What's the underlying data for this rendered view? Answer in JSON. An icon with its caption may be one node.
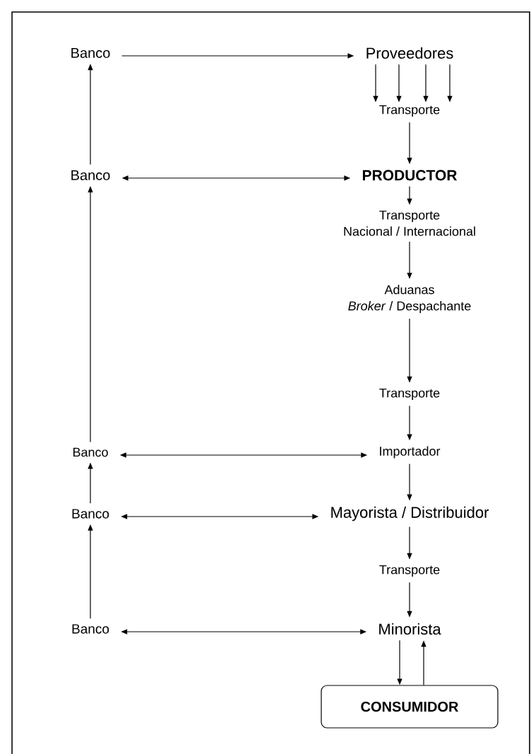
{
  "diagram": {
    "nodes": [
      {
        "text": [
          "Banco"
        ]
      },
      {
        "text": [
          "Proveedores"
        ]
      },
      {
        "text": [
          "Transporte"
        ]
      },
      {
        "text": [
          "Banco"
        ]
      },
      {
        "text": [
          "PRODUCTOR"
        ]
      },
      {
        "text": [
          "Transporte",
          "Nacional / Internacional"
        ]
      },
      {
        "text": [
          "Aduanas",
          "*Broker* / Despachante"
        ]
      },
      {
        "text": [
          "Transporte"
        ]
      },
      {
        "text": [
          "Banco"
        ]
      },
      {
        "text": [
          "Importador"
        ]
      },
      {
        "text": [
          "Banco"
        ]
      },
      {
        "text": [
          "Mayorista / Distribuidor"
        ]
      },
      {
        "text": [
          "Transporte"
        ]
      },
      {
        "text": [
          "Banco"
        ]
      },
      {
        "text": [
          "Minorista"
        ]
      },
      {
        "text": [
          "CONSUMIDOR"
        ]
      }
    ],
    "edges": [
      {
        "from": 0,
        "to": 1,
        "arrow": "to"
      },
      {
        "from": 1,
        "to": 2,
        "arrow": "to"
      },
      {
        "from": 1,
        "to": 2,
        "arrow": "to"
      },
      {
        "from": 1,
        "to": 2,
        "arrow": "to"
      },
      {
        "from": 1,
        "to": 2,
        "arrow": "to"
      },
      {
        "from": 2,
        "to": 4,
        "arrow": "to"
      },
      {
        "from": 3,
        "to": 0,
        "arrow": "to"
      },
      {
        "from": 3,
        "to": 4,
        "arrow": "both"
      },
      {
        "from": 4,
        "to": 5,
        "arrow": "to"
      },
      {
        "from": 5,
        "to": 6,
        "arrow": "to"
      },
      {
        "from": 6,
        "to": 7,
        "arrow": "to"
      },
      {
        "from": 7,
        "to": 9,
        "arrow": "to"
      },
      {
        "from": 8,
        "to": 3,
        "arrow": "to"
      },
      {
        "from": 8,
        "to": 9,
        "arrow": "both"
      },
      {
        "from": 9,
        "to": 11,
        "arrow": "to"
      },
      {
        "from": 10,
        "to": 8,
        "arrow": "to"
      },
      {
        "from": 10,
        "to": 11,
        "arrow": "both"
      },
      {
        "from": 11,
        "to": 12,
        "arrow": "to"
      },
      {
        "from": 12,
        "to": 14,
        "arrow": "to"
      },
      {
        "from": 13,
        "to": 10,
        "arrow": "to"
      },
      {
        "from": 13,
        "to": 14,
        "arrow": "both"
      },
      {
        "from": 14,
        "to": 15,
        "arrow": "to"
      },
      {
        "from": 15,
        "to": 14,
        "arrow": "to"
      }
    ]
  }
}
